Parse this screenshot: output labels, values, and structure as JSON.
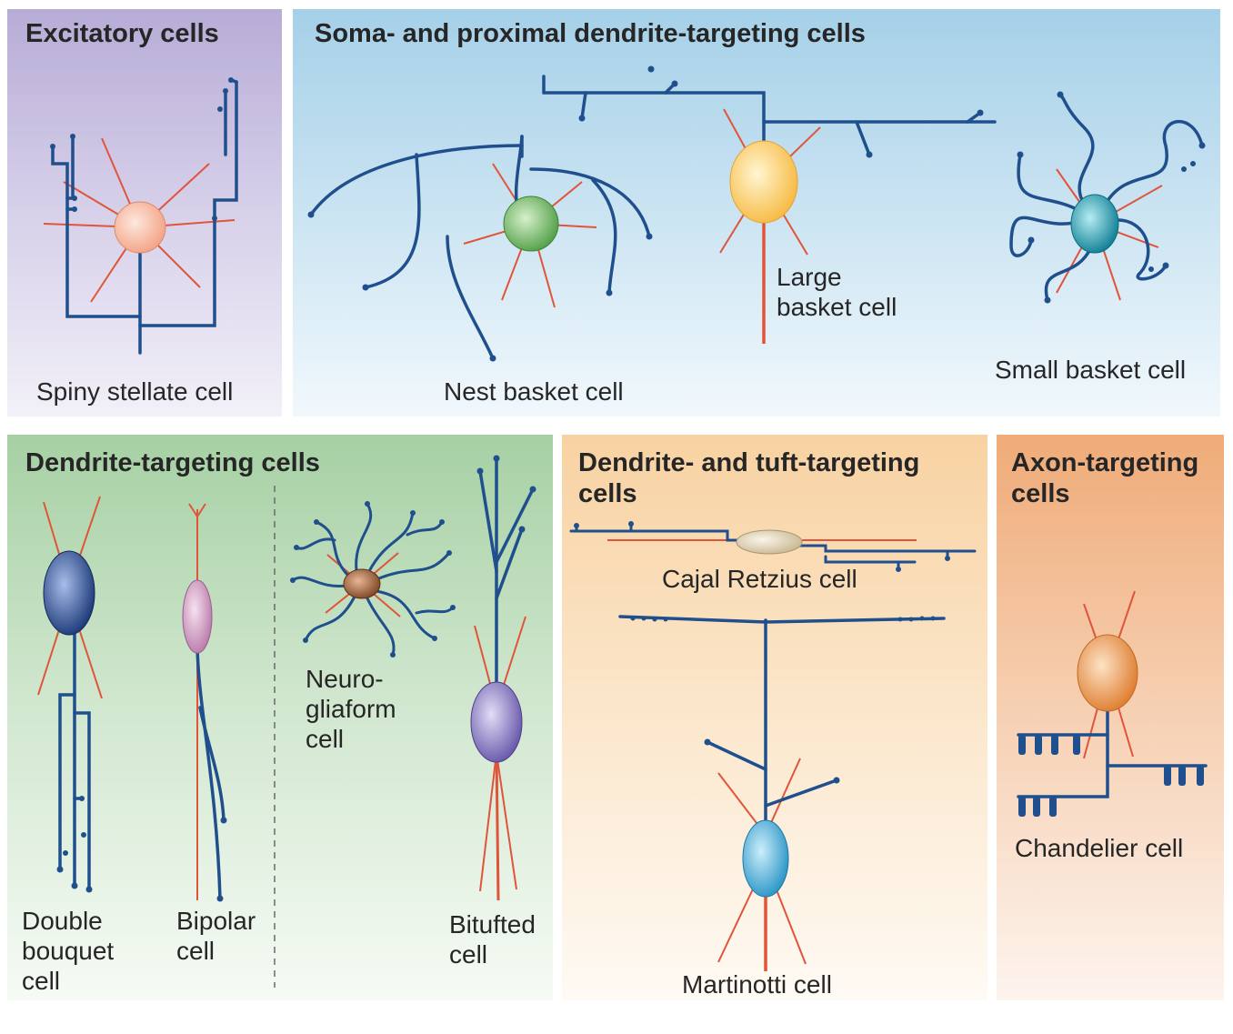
{
  "panels": {
    "excitatory": {
      "title": "Excitatory cells",
      "cells": {
        "spiny_stellate": "Spiny stellate cell"
      }
    },
    "soma": {
      "title": "Soma- and proximal dendrite-targeting cells",
      "cells": {
        "nest_basket": "Nest basket cell",
        "large_basket": "Large\nbasket cell",
        "small_basket": "Small basket cell"
      }
    },
    "dendrite": {
      "title": "Dendrite-targeting cells",
      "cells": {
        "double_bouquet": "Double\nbouquet\ncell",
        "bipolar": "Bipolar\ncell",
        "neurogliaform": "Neuro-\ngliaform\ncell",
        "bitufted": "Bitufted\ncell"
      }
    },
    "tuft": {
      "title": "Dendrite- and tuft-targeting\ncells",
      "cells": {
        "cajal_retzius": "Cajal Retzius cell",
        "martinotti": "Martinotti cell"
      }
    },
    "axon": {
      "title": "Axon-targeting\ncells",
      "cells": {
        "chandelier": "Chandelier cell"
      }
    }
  },
  "colors": {
    "axon": "#1f4f8c",
    "dendrite": "#e0553a",
    "soma_spiny_stellate": "#f8b49a",
    "soma_nest_basket": "#7fc46d",
    "soma_large_basket": "#fbd46b",
    "soma_small_basket": "#1a9bb0",
    "soma_double_bouquet": "#2c4f96",
    "soma_bipolar": "#d9a1cc",
    "soma_neurogliaform": "#a5603a",
    "soma_bitufted": "#8577c4",
    "soma_cajal_retzius": "#e3d6bd",
    "soma_martinotti": "#49b1df",
    "soma_chandelier": "#f0a055"
  }
}
